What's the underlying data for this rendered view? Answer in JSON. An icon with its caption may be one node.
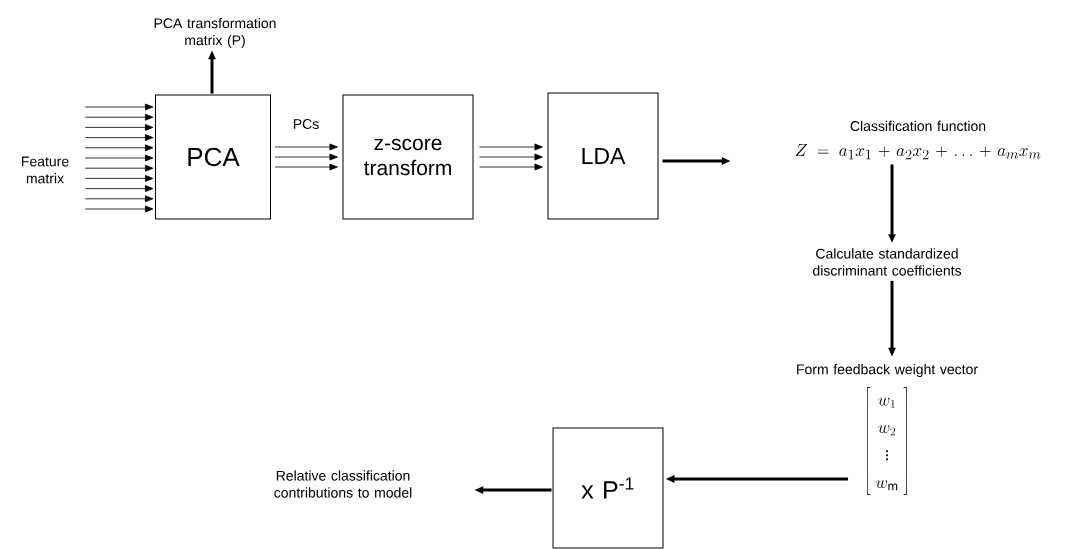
{
  "diagram": {
    "nodes": [
      {
        "text": [
          "Feature matrix"
        ]
      },
      {
        "text": [
          "PCA"
        ]
      },
      {
        "text": [
          "PCA transformation matrix (P)"
        ]
      },
      {
        "text": [
          "z-score transform"
        ]
      },
      {
        "text": [
          "LDA"
        ]
      },
      {
        "text": [
          "Classification function",
          "Z = a_1 x_1 + a_2 x_2 + \\ldots + a_m x_m"
        ]
      },
      {
        "text": [
          "Calculate standardized discriminant coefficients"
        ]
      },
      {
        "text": [
          "Form feedback weight vector",
          "\\left[\\begin{array}{c} w_1 \\\\ w_2 \\\\ \\vdots \\\\ w_{\\mathrm{m}} \\end{array}\\right]"
        ]
      },
      {
        "text": [
          "x P$^{-1}$"
        ]
      },
      {
        "text": [
          "Relative classification contributions to model"
        ]
      }
    ],
    "edges": [
      {
        "from": 0,
        "to": 1,
        "arrow": "to"
      },
      {
        "from": 0,
        "to": 1,
        "arrow": "to"
      },
      {
        "from": 0,
        "to": 1,
        "arrow": "to"
      },
      {
        "from": 0,
        "to": 1,
        "arrow": "to"
      },
      {
        "from": 0,
        "to": 1,
        "arrow": "to"
      },
      {
        "from": 0,
        "to": 1,
        "arrow": "to"
      },
      {
        "from": 0,
        "to": 1,
        "arrow": "to"
      },
      {
        "from": 0,
        "to": 1,
        "arrow": "to"
      },
      {
        "from": 0,
        "to": 1,
        "arrow": "to"
      },
      {
        "from": 0,
        "to": 1,
        "arrow": "to"
      },
      {
        "from": 0,
        "to": 1,
        "arrow": "to"
      },
      {
        "from": 1,
        "to": 2,
        "arrow": "to",
        "style": "thick"
      },
      {
        "from": 1,
        "to": 3,
        "arrow": "to",
        "label": "PCs"
      },
      {
        "from": 1,
        "to": 3,
        "arrow": "to"
      },
      {
        "from": 1,
        "to": 3,
        "arrow": "to"
      },
      {
        "from": 3,
        "to": 4,
        "arrow": "to"
      },
      {
        "from": 3,
        "to": 4,
        "arrow": "to"
      },
      {
        "from": 3,
        "to": 4,
        "arrow": "to"
      },
      {
        "from": 4,
        "to": 5,
        "arrow": "to",
        "style": "thick"
      },
      {
        "from": 5,
        "to": 6,
        "arrow": "to",
        "style": "thick"
      },
      {
        "from": 6,
        "to": 7,
        "arrow": "to",
        "style": "thick"
      },
      {
        "from": 7,
        "to": 8,
        "arrow": "to",
        "style": "thick"
      },
      {
        "from": 8,
        "to": 9,
        "arrow": "to",
        "style": "thick"
      }
    ]
  }
}
